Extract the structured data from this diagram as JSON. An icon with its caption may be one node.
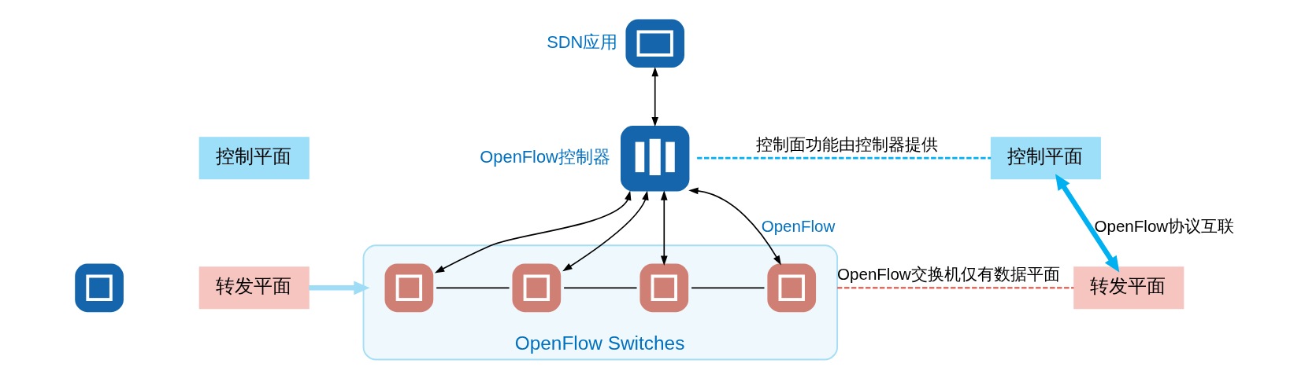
{
  "diagram": {
    "nodes": [
      {
        "text": [
          "控制平面"
        ]
      },
      {
        "text": [
          "转发平面"
        ]
      },
      {
        "text": [],
        "shape": "picture"
      },
      {
        "text": [],
        "shape": "picture",
        "beside": [
          "SDN应用"
        ]
      },
      {
        "text": [],
        "shape": "picture",
        "beside": [
          "OpenFlow控制器"
        ]
      },
      {
        "text": [
          "控制平面"
        ]
      },
      {
        "text": [
          "OpenFlow Switches"
        ]
      },
      {
        "text": [],
        "shape": "picture",
        "in": 6
      },
      {
        "text": [],
        "shape": "picture",
        "in": 6
      },
      {
        "text": [],
        "shape": "picture",
        "in": 6
      },
      {
        "text": [],
        "shape": "picture",
        "in": 6
      },
      {
        "text": [
          "转发平面"
        ]
      }
    ],
    "edges": [
      {
        "from": 3,
        "to": 4,
        "arrow": "both"
      },
      {
        "from": 4,
        "to": 7,
        "arrow": "both"
      },
      {
        "from": 4,
        "to": 8,
        "arrow": "both"
      },
      {
        "from": 4,
        "to": 9,
        "arrow": "both"
      },
      {
        "from": 4,
        "to": 10,
        "arrow": "both",
        "label": "OpenFlow"
      },
      {
        "from": 7,
        "to": 8,
        "arrow": "none"
      },
      {
        "from": 8,
        "to": 9,
        "arrow": "none"
      },
      {
        "from": 9,
        "to": 10,
        "arrow": "none"
      },
      {
        "from": 4,
        "to": 5,
        "arrow": "none",
        "style": "dashed",
        "color": "#00b0f0",
        "label": "控制面功能由控制器提供"
      },
      {
        "from": 5,
        "to": 11,
        "arrow": "both",
        "style": "thick",
        "color": "#00b0f0",
        "label": "OpenFlow协议互联"
      },
      {
        "from": 6,
        "to": 11,
        "arrow": "none",
        "style": "dashed",
        "color": "#e8695d",
        "label": "OpenFlow交换机仅有数据平面"
      },
      {
        "from": 1,
        "to": 6,
        "arrow": "to",
        "style": "thick",
        "color": "#9fdcf5"
      }
    ]
  }
}
